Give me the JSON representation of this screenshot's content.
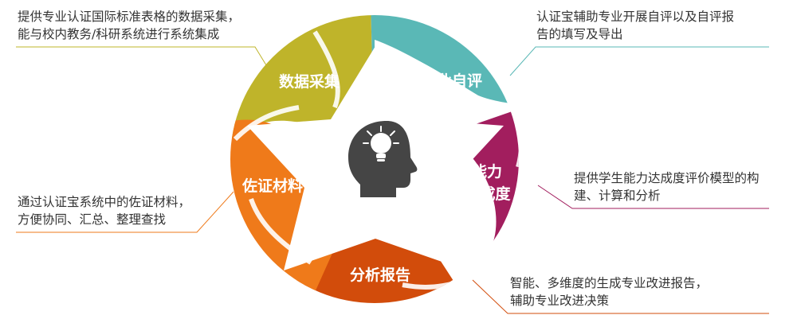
{
  "segments": [
    {
      "id": "data-collection",
      "label": "数据采集",
      "color": "#BFB42A"
    },
    {
      "id": "self-eval",
      "label": "专业自评",
      "color": "#5AB8B6"
    },
    {
      "id": "ability-1",
      "label": "能力",
      "color": "#A21E5E"
    },
    {
      "id": "ability-2",
      "label": "达成度",
      "color": "#A21E5E"
    },
    {
      "id": "report",
      "label": "分析报告",
      "color": "#D24C0B"
    },
    {
      "id": "evidence",
      "label": "佐证材料",
      "color": "#EF7A1A"
    }
  ],
  "descriptions": {
    "data_collection": [
      "提供专业认证国际标准表格的数据采集，",
      "能与校内教务/科研系统进行系统集成"
    ],
    "self_eval": [
      "认证宝辅助专业开展自评以及自评报",
      "告的填写及导出"
    ],
    "ability": [
      "提供学生能力达成度评价模型的构",
      "建、计算和分析"
    ],
    "evidence": [
      "通过认证宝系统中的佐证材料，",
      "方便协同、汇总、整理查找"
    ],
    "report": [
      "智能、多维度的生成专业改进报告，",
      "辅助专业改进决策"
    ]
  },
  "center_icon": "head-lightbulb-icon"
}
